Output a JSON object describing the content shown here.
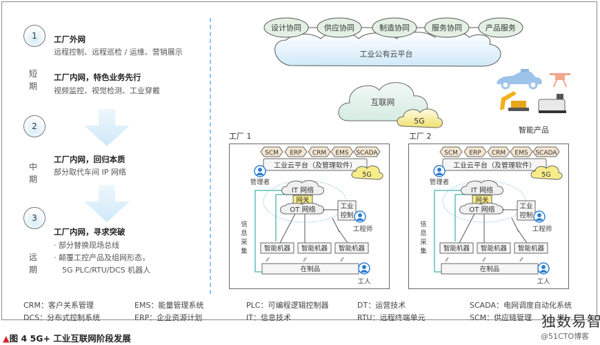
{
  "left_panel": {
    "steps": [
      {
        "number": "1",
        "period": "短期",
        "items": [
          {
            "title": "工厂外网",
            "lines": [
              "远程控制、远程巡检 / 运维、营销展示"
            ]
          },
          {
            "title": "工厂内网，特色业务先行",
            "lines": [
              "视频监控、视觉检测、工业穿戴"
            ]
          }
        ]
      },
      {
        "number": "2",
        "period": "中期",
        "items": [
          {
            "title": "工厂内网，回归本质",
            "lines": [
              "部分取代车间 IP 网络"
            ]
          }
        ]
      },
      {
        "number": "3",
        "period": "远期",
        "items": [
          {
            "title": "工厂内网，寻求突破",
            "lines": [
              "· 部分替换现场总线",
              "· 颠覆工控产品及组网形态，",
              "5G PLC/RTU/DCS 机器人"
            ]
          }
        ]
      }
    ],
    "period_chars": {
      "short": [
        "短",
        "期"
      ],
      "mid": [
        "中",
        "期"
      ],
      "long": [
        "远",
        "期"
      ]
    }
  },
  "cloud": {
    "services": [
      "设计协同",
      "供应协同",
      "制造协同",
      "服务协同",
      "产品服务"
    ],
    "platform_label": "工业公有云平台",
    "internet_label": "互联网",
    "fiveg_label": "5G"
  },
  "smart_products": {
    "label": "智能产品",
    "items": [
      "autonomous-car",
      "drone",
      "excavator",
      "robot-vehicle"
    ]
  },
  "factories": [
    {
      "label": "工厂 1"
    },
    {
      "label": "工厂 2"
    }
  ],
  "factory_template": {
    "software": [
      "SCM",
      "ERP",
      "CRM",
      "EMS",
      "SCADA"
    ],
    "platform": "工业云平台（及管理软件）",
    "fiveg": "5G",
    "manager": "管理者",
    "it_net": "IT 网络",
    "gateway": "网关",
    "ot_net": "OT 网络",
    "industrial_control": [
      "工业",
      "控制"
    ],
    "engineer": "工程师",
    "info_collect": [
      "信",
      "息",
      "采",
      "集"
    ],
    "machines": [
      "智能机器",
      "智能机器",
      "智能机器"
    ],
    "wip": "在制品",
    "worker": "工人"
  },
  "legend": [
    [
      "CRM：客户关系管理",
      "DCS：分布式控制系统"
    ],
    [
      "EMS：能量管理系统",
      "ERP：企业资源计划"
    ],
    [
      "PLC：可编程逻辑控制器",
      "IT：信息技术"
    ],
    [
      "DT：运营技术",
      "RTU：远程终端单元"
    ],
    [
      "SCADA：电网调度自动化系统",
      "SCM：供应链管理"
    ]
  ],
  "caption": {
    "marker": "▲",
    "text": "图 4  5G+ 工业互联网阶段发展"
  },
  "watermark": {
    "brand": "独数易智",
    "source": "@51CTO博客"
  },
  "colors": {
    "accent_blue": "#8cc6ea",
    "cloud_fill": "#dff0fa",
    "yellow": "#f7ec8a",
    "teal_line": "#5bbfb5",
    "caption_red": "#d2232a"
  }
}
